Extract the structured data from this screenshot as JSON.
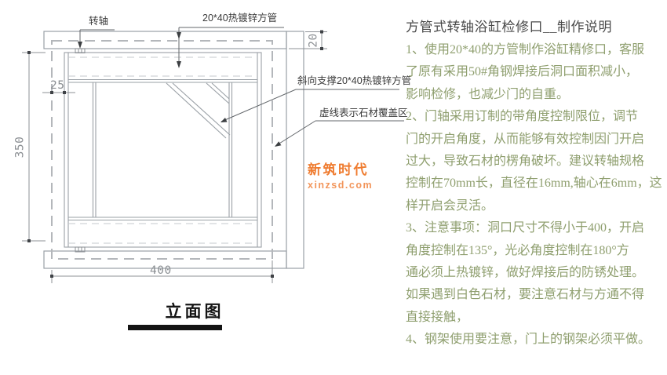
{
  "drawing": {
    "title": "立面图",
    "labels": {
      "pivot": "转轴",
      "tube": "20*40热镀锌方管",
      "brace": "斜向支撑20*40热镀锌方管",
      "dashed_area": "虚线表示石材覆盖区"
    },
    "dimensions": {
      "opening_width": "400",
      "opening_height": "350",
      "edge_offset": "25",
      "bar_depth": "20"
    },
    "watermark": {
      "name": "新筑时代",
      "url": "xinzsd.com"
    }
  },
  "notes": {
    "title": "方管式转轴浴缸检修口__制作说明",
    "lines": [
      "1、使用20*40的方管制作浴缸精修口，客服",
      "了原有采用50#角钢焊接后洞口面积减小，",
      "影响检修，也减少门的自重。",
      "2、门轴采用订制的带角度控制限位，调节",
      "门的开启角度，从而能够有效控制因门开启",
      "过大，导致石材的楞角破坏。建议转轴规格",
      "控制在70mm长，直径在16mm,轴心在6mm，这",
      "样开启会灵活。",
      "3、注意事项：洞口尺寸不得小于400，开启",
      "角度控制在135°，光必角度控制在180°方",
      "通必须上热镀锌，做好焊接后的防锈处理。",
      "如果遇到白色石材，要注意石材与方通不得",
      "直接接触，",
      "4、钢架使用要注意，门上的钢架必须平做。"
    ]
  },
  "colors": {
    "watermark_orange": "#ef7c30",
    "note_text_green": "#8f9f6f",
    "note_title_gray": "#4a4a4a",
    "frame_line_gray": "#9aa0a6",
    "stone_dash_gray": "#b4b7bb",
    "background": "#ffffff"
  }
}
